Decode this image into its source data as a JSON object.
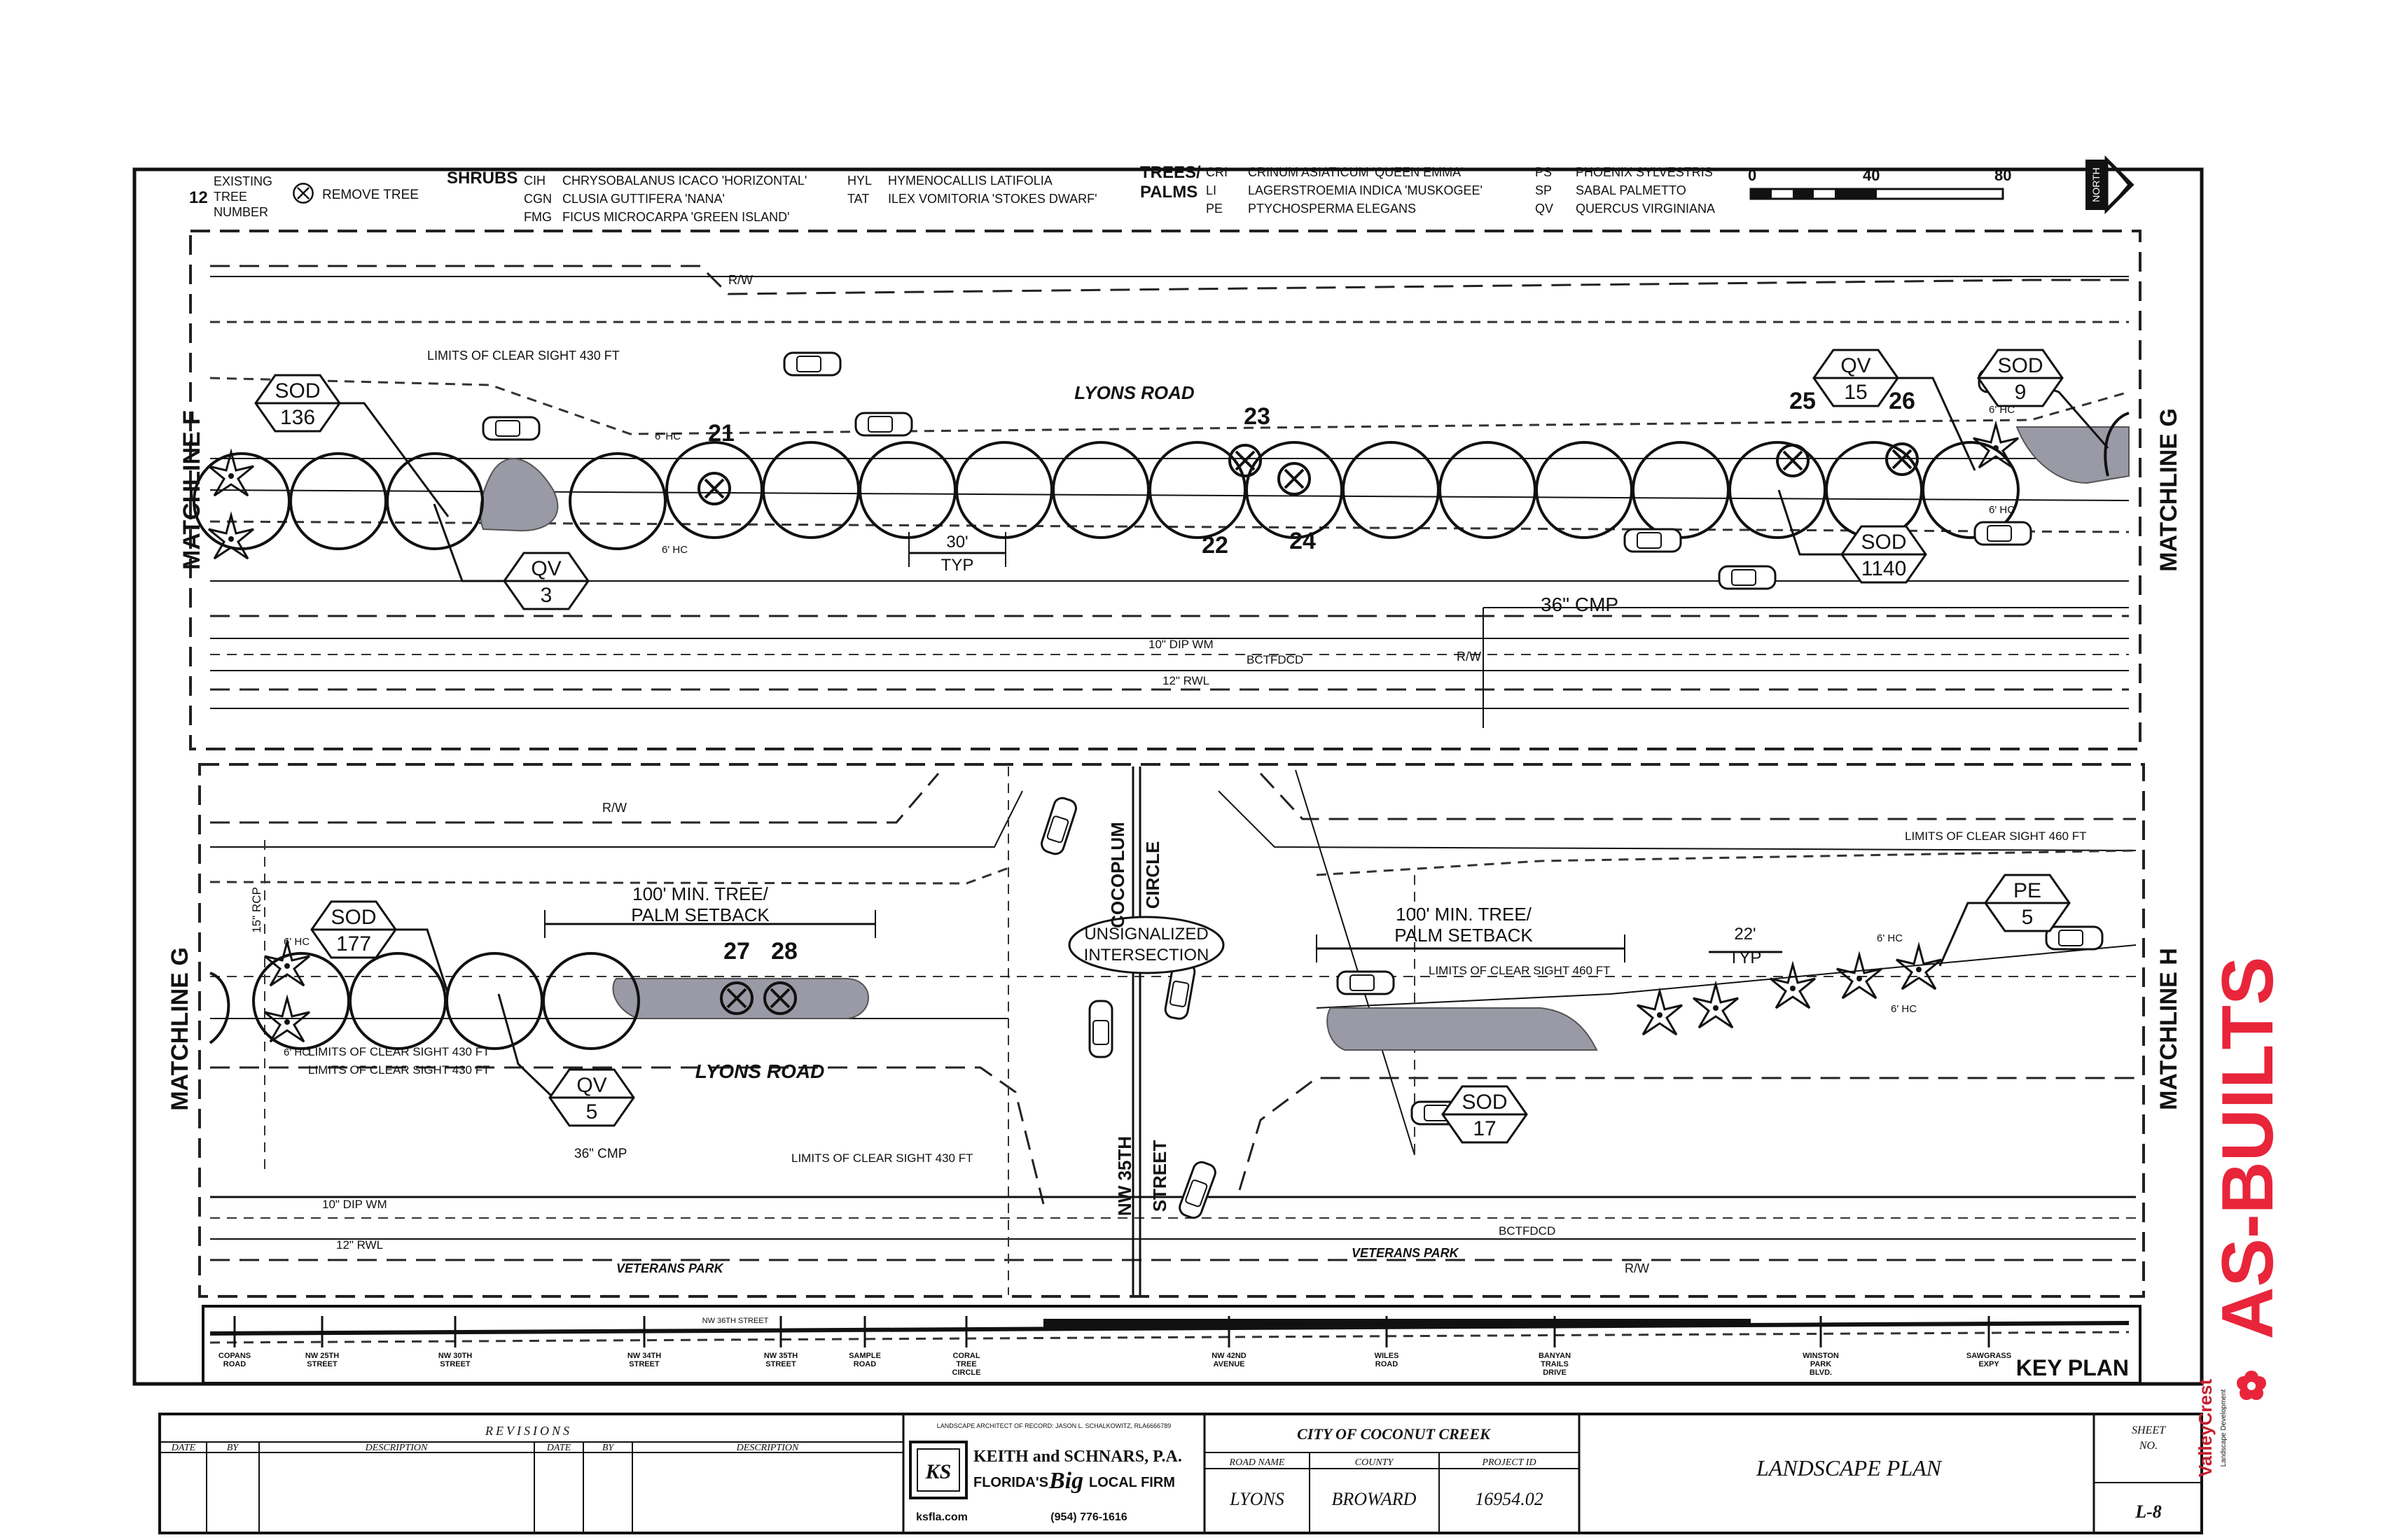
{
  "legend": {
    "tree_number_sample": "12",
    "tree_number_lines": [
      "EXISTING",
      "TREE",
      "NUMBER"
    ],
    "remove_tree": "REMOVE TREE",
    "shrubs_heading": "SHRUBS",
    "shrubs": [
      {
        "code": "CIH",
        "name": "CHRYSOBALANUS ICACO 'HORIZONTAL'"
      },
      {
        "code": "CGN",
        "name": "CLUSIA GUTTIFERA 'NANA'"
      },
      {
        "code": "FMG",
        "name": "FICUS MICROCARPA 'GREEN ISLAND'"
      },
      {
        "code": "HYL",
        "name": "HYMENOCALLIS LATIFOLIA"
      },
      {
        "code": "TAT",
        "name": "ILEX VOMITORIA 'STOKES DWARF'"
      }
    ],
    "trees_heading": [
      "TREES/",
      "PALMS"
    ],
    "trees": [
      {
        "code": "CRI",
        "name": "CRINUM ASIATICUM 'QUEEN EMMA'"
      },
      {
        "code": "LI",
        "name": "LAGERSTROEMIA INDICA 'MUSKOGEE'"
      },
      {
        "code": "PE",
        "name": "PTYCHOSPERMA ELEGANS"
      },
      {
        "code": "PS",
        "name": "PHOENIX SYLVESTRIS"
      },
      {
        "code": "SP",
        "name": "SABAL PALMETTO"
      },
      {
        "code": "QV",
        "name": "QUERCUS VIRGINIANA"
      }
    ],
    "scale_labels": [
      "0",
      "40",
      "80"
    ],
    "north": "NORTH"
  },
  "plan_top": {
    "matchline_left": "MATCHLINE F",
    "matchline_right": "MATCHLINE G",
    "road_name": "LYONS ROAD",
    "rw": "R/W",
    "sight_limit": "LIMITS OF CLEAR SIGHT 430 FT",
    "spacing": "30'",
    "typ": "TYP",
    "hc": "6' HC",
    "cmp": "36\" CMP",
    "dip": "10\" DIP WM",
    "rwl": "12\" RWL",
    "bctfdcd": "BCTFDCD",
    "tags": [
      {
        "type": "SOD",
        "qty": "136"
      },
      {
        "type": "QV",
        "qty": "3"
      },
      {
        "type": "QV",
        "qty": "15"
      },
      {
        "type": "SOD",
        "qty": "9"
      },
      {
        "type": "SOD",
        "qty": "1140"
      }
    ],
    "tree_numbers": [
      "21",
      "22",
      "23",
      "24",
      "25",
      "26"
    ]
  },
  "plan_bottom": {
    "matchline_left": "MATCHLINE G",
    "matchline_right": "MATCHLINE H",
    "road_name": "LYONS ROAD",
    "rw": "R/W",
    "setback": [
      "100' MIN. TREE/",
      "PALM SETBACK"
    ],
    "intersection": [
      "UNSIGNALIZED",
      "INTERSECTION"
    ],
    "cross_street_1": [
      "COCOPLUM",
      "CIRCLE"
    ],
    "cross_street_2": [
      "NW 35TH",
      "STREET"
    ],
    "sight_430": "LIMITS OF CLEAR SIGHT 430 FT",
    "sight_460": "LIMITS OF CLEAR SIGHT 460 FT",
    "spacing": "22'",
    "typ": "TYP",
    "hc": "6' HC",
    "rcp": "15\" RCP",
    "cmp": "36\" CMP",
    "dip": "10\" DIP WM",
    "rwl": "12\" RWL",
    "bctfdcd": "BCTFDCD",
    "veterans_park": "VETERANS PARK",
    "tags": [
      {
        "type": "SOD",
        "qty": "177"
      },
      {
        "type": "QV",
        "qty": "5"
      },
      {
        "type": "PE",
        "qty": "5"
      },
      {
        "type": "SOD",
        "qty": "17"
      }
    ],
    "tree_numbers": [
      "27",
      "28"
    ]
  },
  "key_plan": {
    "title": "KEY PLAN",
    "street_top": "NW 36TH STREET",
    "streets": [
      [
        "COPANS",
        "ROAD"
      ],
      [
        "NW 25TH",
        "STREET"
      ],
      [
        "NW 30TH",
        "STREET"
      ],
      [
        "NW 34TH",
        "STREET"
      ],
      [
        "NW 35TH",
        "STREET"
      ],
      [
        "SAMPLE",
        "ROAD"
      ],
      [
        "CORAL",
        "TREE",
        "CIRCLE"
      ],
      [
        "NW 42ND",
        "AVENUE"
      ],
      [
        "WILES",
        "ROAD"
      ],
      [
        "BANYAN",
        "TRAILS",
        "DRIVE"
      ],
      [
        "WINSTON",
        "PARK",
        "BLVD."
      ],
      [
        "SAWGRASS",
        "EXPY"
      ]
    ]
  },
  "title_block": {
    "revisions": "REVISIONS",
    "rev_cols": [
      "DATE",
      "BY",
      "DESCRIPTION",
      "DATE",
      "BY",
      "DESCRIPTION"
    ],
    "architect_note": "LANDSCAPE ARCHITECT OF RECORD: JASON L. SCHALKOWITZ, RLA6666789",
    "firm_name": "KEITH and SCHNARS, P.A.",
    "firm_tag_1": "FLORIDA'S",
    "firm_tag_big": "Big",
    "firm_tag_2": "LOCAL FIRM",
    "firm_logo": "KS",
    "website": "ksfla.com",
    "phone": "(954) 776-1616",
    "client": "CITY OF COCONUT CREEK",
    "road_name_label": "ROAD NAME",
    "county_label": "COUNTY",
    "project_id_label": "PROJECT ID",
    "road_name": "LYONS",
    "county": "BROWARD",
    "project_id": "16954.02",
    "sheet_title": "LANDSCAPE PLAN",
    "sheet_no_label": [
      "SHEET",
      "NO."
    ],
    "sheet_no": "L-8"
  },
  "stamp": "AS-BUILTS",
  "contractor_logo": [
    "ValleyCrest",
    "Landscape Development"
  ],
  "colors": {
    "ink": "#111111",
    "stamp_red": "#e8253a",
    "hatch": "#9a9aa6"
  }
}
